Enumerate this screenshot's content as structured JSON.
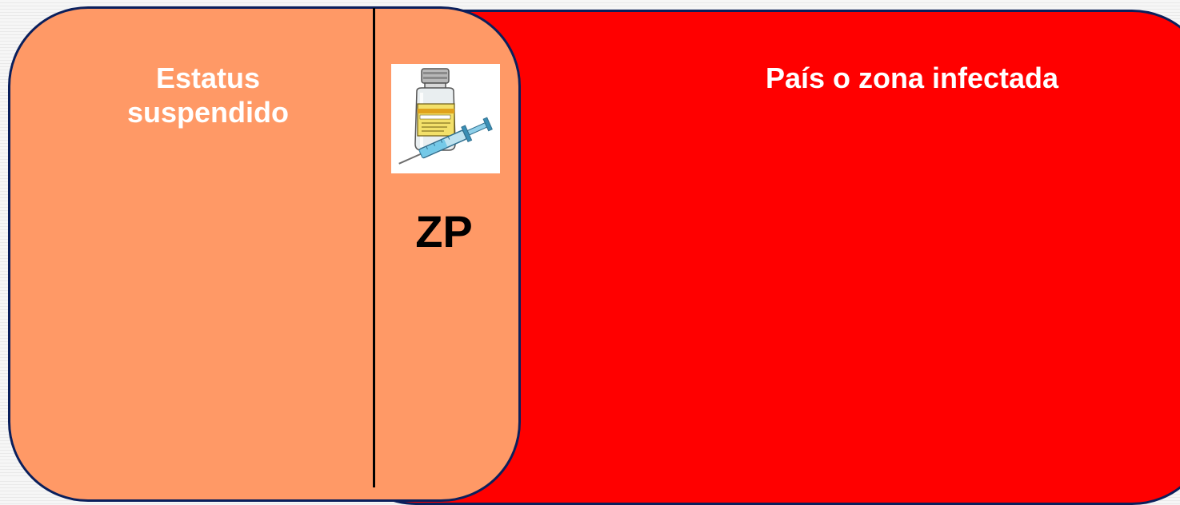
{
  "status_zone": {
    "label_line1": "Estatus",
    "label_line2": "suspendido",
    "fill_color": "#ff9966"
  },
  "zp_zone": {
    "icon": "vaccine-icon",
    "label": "ZP"
  },
  "infected_zone": {
    "label": "País o zona infectada",
    "fill_color": "#ff0000"
  },
  "border_color": "#0a1f5c"
}
